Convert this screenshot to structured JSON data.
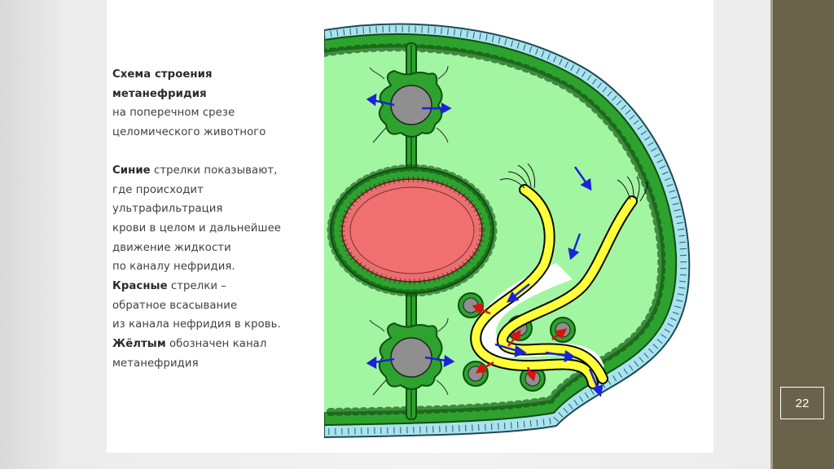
{
  "caption": {
    "title_line1": "Схема строения",
    "title_line2": "метанефридия",
    "subtitle_line1": "на поперечном срезе",
    "subtitle_line2": "целомического животного",
    "blue_word": "Синие",
    "blue_rest1": " стрелки показывают,",
    "blue_line2": "где происходит",
    "blue_line3": "ультрафильтрация",
    "blue_line4": "крови в целом и дальнейшее",
    "blue_line5": "движение  жидкости",
    "blue_line6": "по каналу нефридия.",
    "red_word": "Красные",
    "red_rest1": " стрелки –",
    "red_line2": "обратное всасывание",
    "red_line3": "из канала нефридия в кровь.",
    "yellow_word": "Жёлтым",
    "yellow_rest1": " обозначен канал",
    "yellow_line2": "метанефридия"
  },
  "page_number": "22",
  "colors": {
    "coelom": "#a2f6a2",
    "epithelium": "#2ea22e",
    "epithelium_outline": "#0f4f0f",
    "cuticle": "#a9e3ef",
    "blood": "#f07070",
    "vessel": "#8f8f8f",
    "nephridium_canal": "#ffff3a",
    "blue_arrow": "#1a24d6",
    "red_arrow": "#e01010",
    "sidebar": "#6b624b"
  },
  "icons": [
    "blue-arrow-icon",
    "red-arrow-icon"
  ]
}
